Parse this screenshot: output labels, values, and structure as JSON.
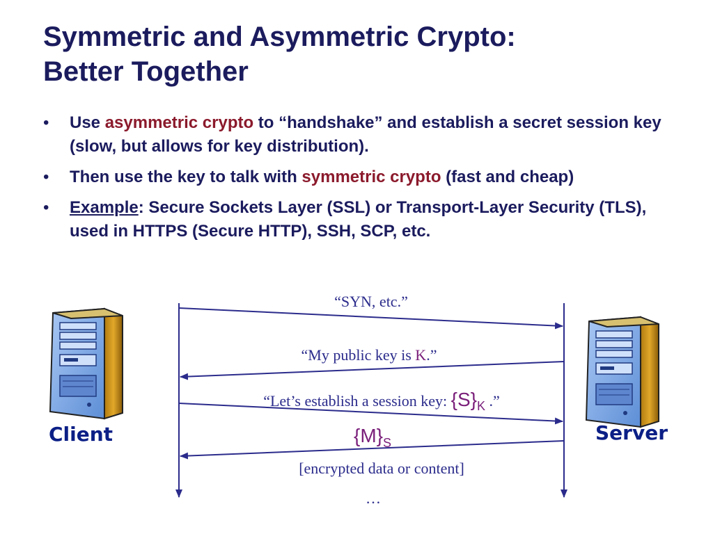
{
  "title": {
    "line1": "Symmetric and Asymmetric Crypto:",
    "line2": "Better Together"
  },
  "bullets": [
    {
      "pre": "Use ",
      "highlight": "asymmetric crypto",
      "post": " to “handshake” and establish a  secret session key (slow, but allows for key distribution)."
    },
    {
      "pre": "Then use the key to talk with ",
      "highlight": "symmetric crypto",
      "post": " (fast and cheap)"
    },
    {
      "underlined": "Example",
      "post": ": Secure Sockets Layer (SSL) or Transport-Layer Security (TLS), used in HTTPS (Secure HTTP), SSH, SCP, etc."
    }
  ],
  "bullet_glyph": "•",
  "diagram": {
    "client_label": "Client",
    "server_label": "Server",
    "messages": {
      "syn": "“SYN, etc.”",
      "pubkey_pre": "“My public key is ",
      "pubkey_key": "K",
      "pubkey_post": ".”",
      "session_pre": "“Let’s establish a session key: ",
      "session_braced": "{S}",
      "session_sub": "K",
      "session_post": " .”",
      "data_braced": "{M}",
      "data_sub": "S",
      "encrypted": "[encrypted data or content]",
      "ellipsis": "…"
    }
  },
  "colors": {
    "title": "#1b1b5e",
    "highlight": "#8b1a2c",
    "arrow": "#2b2b8c",
    "role_label": "#0b1f86",
    "key_symbol": "#7a1f7a"
  },
  "icons": {
    "client": "computer-tower-icon",
    "server": "computer-tower-icon"
  }
}
